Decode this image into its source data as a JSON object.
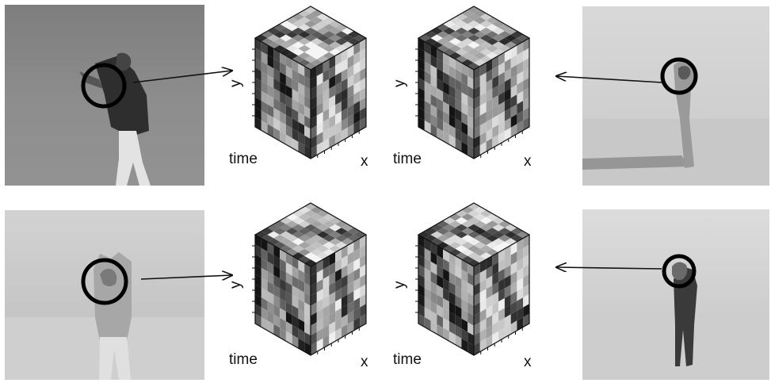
{
  "colors": {
    "marker_ring": "#000000",
    "arrow": "#111111"
  },
  "axis_labels": {
    "time": "time",
    "x": "x",
    "y": "y"
  },
  "rows": [
    {
      "left_photo": "golfer-backswing-frame",
      "left_cube": "spatio-temporal-volume-1a",
      "right_cube": "spatio-temporal-volume-1b",
      "right_photo": "golfer-standing-frame"
    },
    {
      "left_photo": "person-arms-raised-frame",
      "left_cube": "spatio-temporal-volume-2a",
      "right_cube": "spatio-temporal-volume-2b",
      "right_photo": "person-arms-raised-distant-frame"
    }
  ]
}
